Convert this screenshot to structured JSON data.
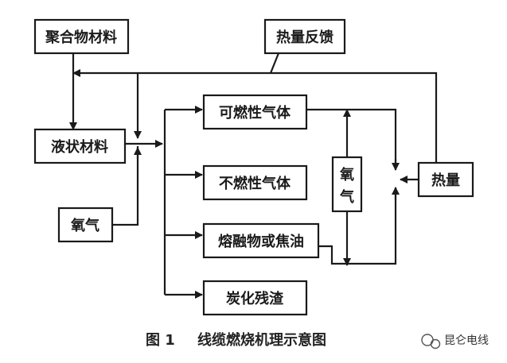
{
  "nodes": {
    "polymer": "聚合物材料",
    "heat_feedback": "热量反馈",
    "liquid": "液状材料",
    "oxygen_in": "氧气",
    "combustible_gas": "可燃性气体",
    "noncombustible_gas": "不燃性气体",
    "molten_tar": "熔融物或焦油",
    "char_residue": "炭化残渣",
    "oxygen_mid_top": "氧",
    "oxygen_mid_bottom": "气",
    "heat": "热量"
  },
  "caption": {
    "figure_no": "图 1",
    "title": "线缆燃烧机理示意图"
  },
  "watermark": "昆仑电线",
  "colors": {
    "stroke": "#1a1a1a",
    "text": "#1a1a1a",
    "caption": "#222222"
  }
}
